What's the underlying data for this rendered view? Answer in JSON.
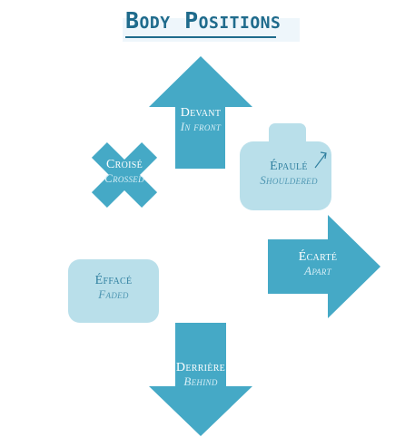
{
  "title": "Body Positions",
  "colors": {
    "title": "#1f6b8c",
    "dark_shape": "#45a9c6",
    "light_shape": "#b9dfea",
    "title_band": "#eef6fb"
  },
  "positions": {
    "devant": {
      "french": "Devant",
      "english": "In front"
    },
    "croise": {
      "french": "Croisé",
      "english": "Crossed"
    },
    "epaule": {
      "french": "Épaulé",
      "english": "Shouldered"
    },
    "ecarte": {
      "french": "Écarté",
      "english": "Apart"
    },
    "efface": {
      "french": "Éffacé",
      "english": "Faded"
    },
    "derriere": {
      "french": "Derrière",
      "english": "Behind"
    }
  }
}
